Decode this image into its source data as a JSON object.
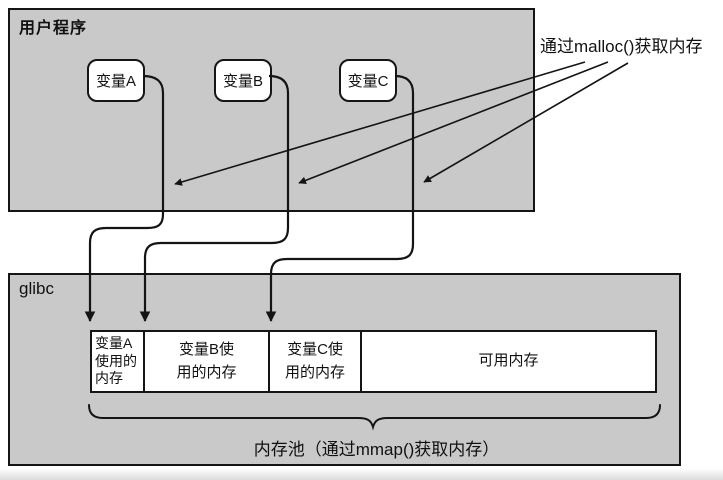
{
  "user_program": {
    "label": "用户程序",
    "variables": [
      {
        "label": "变量A"
      },
      {
        "label": "变量B"
      },
      {
        "label": "变量C"
      }
    ]
  },
  "glibc": {
    "label": "glibc",
    "memory_bar": {
      "segments": [
        {
          "label": "变量A\n使用的\n内存"
        },
        {
          "label": "变量B使\n用的内存"
        },
        {
          "label": "变量C使\n用的内存"
        },
        {
          "label": "可用内存"
        }
      ]
    },
    "pool_note": "内存池（通过mmap()获取内存）"
  },
  "annotations": {
    "malloc_note": "通过malloc()获取内存"
  },
  "colors": {
    "box_fill": "#c9c9c9",
    "segment_fill": "#ffffff",
    "line": "#141414"
  }
}
